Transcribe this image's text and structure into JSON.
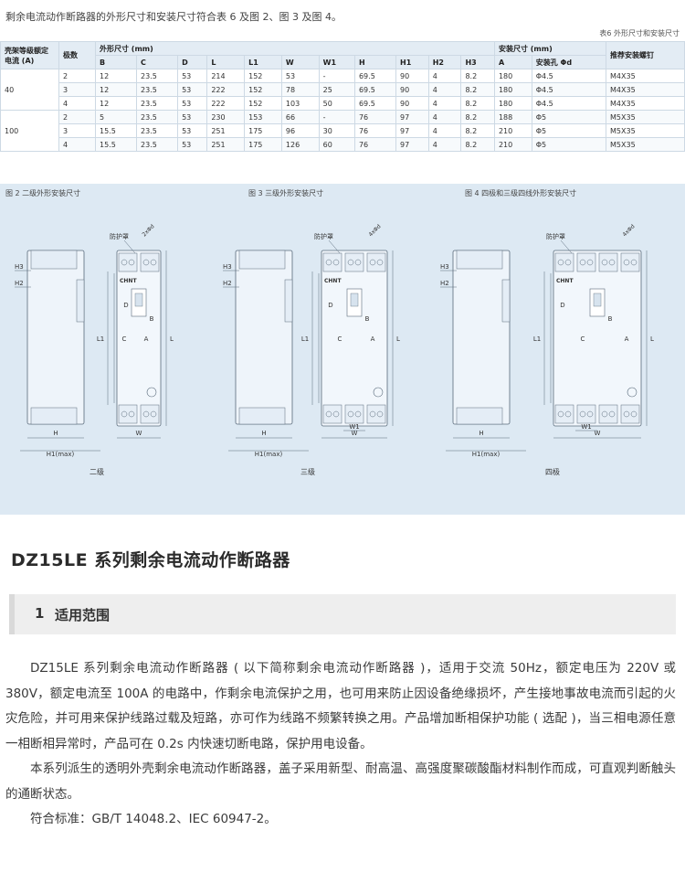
{
  "intro_line": "剩余电流动作断路器的外形尺寸和安装尺寸符合表 6 及图 2、图 3 及图 4。",
  "table": {
    "caption": "表6 外形尺寸和安装尺寸",
    "col_frame": "壳架等级额定电流 (A)",
    "col_poles": "极数",
    "group_outline": "外形尺寸 (mm)",
    "group_mount": "安装尺寸 (mm)",
    "col_screw": "推荐安装螺钉",
    "outline_cols": [
      "B",
      "C",
      "D",
      "L",
      "L1",
      "W",
      "W1",
      "H",
      "H1",
      "H2",
      "H3"
    ],
    "mount_cols": [
      "A",
      "安装孔 Φd"
    ],
    "rows": [
      {
        "frame": "40",
        "cells": [
          "2",
          "12",
          "23.5",
          "53",
          "214",
          "152",
          "53",
          "-",
          "69.5",
          "90",
          "4",
          "8.2",
          "180",
          "Φ4.5",
          "M4X35"
        ]
      },
      {
        "frame": "",
        "cells": [
          "3",
          "12",
          "23.5",
          "53",
          "222",
          "152",
          "78",
          "25",
          "69.5",
          "90",
          "4",
          "8.2",
          "180",
          "Φ4.5",
          "M4X35"
        ]
      },
      {
        "frame": "",
        "cells": [
          "4",
          "12",
          "23.5",
          "53",
          "222",
          "152",
          "103",
          "50",
          "69.5",
          "90",
          "4",
          "8.2",
          "180",
          "Φ4.5",
          "M4X35"
        ]
      },
      {
        "frame": "100",
        "cells": [
          "2",
          "5",
          "23.5",
          "53",
          "230",
          "153",
          "66",
          "-",
          "76",
          "97",
          "4",
          "8.2",
          "188",
          "Φ5",
          "M5X35"
        ]
      },
      {
        "frame": "",
        "cells": [
          "3",
          "15.5",
          "23.5",
          "53",
          "251",
          "175",
          "96",
          "30",
          "76",
          "97",
          "4",
          "8.2",
          "210",
          "Φ5",
          "M5X35"
        ]
      },
      {
        "frame": "",
        "cells": [
          "4",
          "15.5",
          "23.5",
          "53",
          "251",
          "175",
          "126",
          "60",
          "76",
          "97",
          "4",
          "8.2",
          "210",
          "Φ5",
          "M5X35"
        ]
      }
    ]
  },
  "figures": {
    "fig2_title": "图 2 二级外形安装尺寸",
    "fig3_title": "图 3 三级外形安装尺寸",
    "fig4_title": "图 4 四极和三级四线外形安装尺寸",
    "fig2_caption": "二级",
    "fig3_caption": "三级",
    "fig4_caption": "四极",
    "labels": {
      "guard": "防护罩",
      "hole2": "2xΦd",
      "hole4": "4xΦd",
      "brand": "CHNT",
      "H": "H",
      "H1": "H1(max)",
      "H2": "H2",
      "H3": "H3",
      "L": "L",
      "L1": "L1",
      "A": "A",
      "B": "B",
      "C": "C",
      "D": "D",
      "W": "W",
      "W1": "W1"
    }
  },
  "product_title": "DZ15LE 系列剩余电流动作断路器",
  "section": {
    "number": "1",
    "title": "适用范围"
  },
  "paragraphs": [
    "DZ15LE 系列剩余电流动作断路器 ( 以下简称剩余电流动作断路器 )，适用于交流 50Hz，额定电压为 220V 或 380V，额定电流至 100A 的电路中，作剩余电流保护之用，也可用来防止因设备绝缘损坏，产生接地事故电流而引起的火灾危险，并可用来保护线路过载及短路，亦可作为线路不频繁转换之用。产品增加断相保护功能 ( 选配 )，当三相电源任意一相断相异常时，产品可在 0.2s 内快速切断电路，保护用电设备。",
    "本系列派生的透明外壳剩余电流动作断路器，盖子采用新型、耐高温、高强度聚碳酸酯材料制作而成，可直观判断触头的通断状态。",
    "符合标准：GB/T 14048.2、IEC 60947-2。"
  ],
  "colors": {
    "table_header": "#e3ecf4",
    "figure_bg": "#dde9f3",
    "breaker_body": "#f2f7fc",
    "section_bar": "#eeeeee"
  }
}
